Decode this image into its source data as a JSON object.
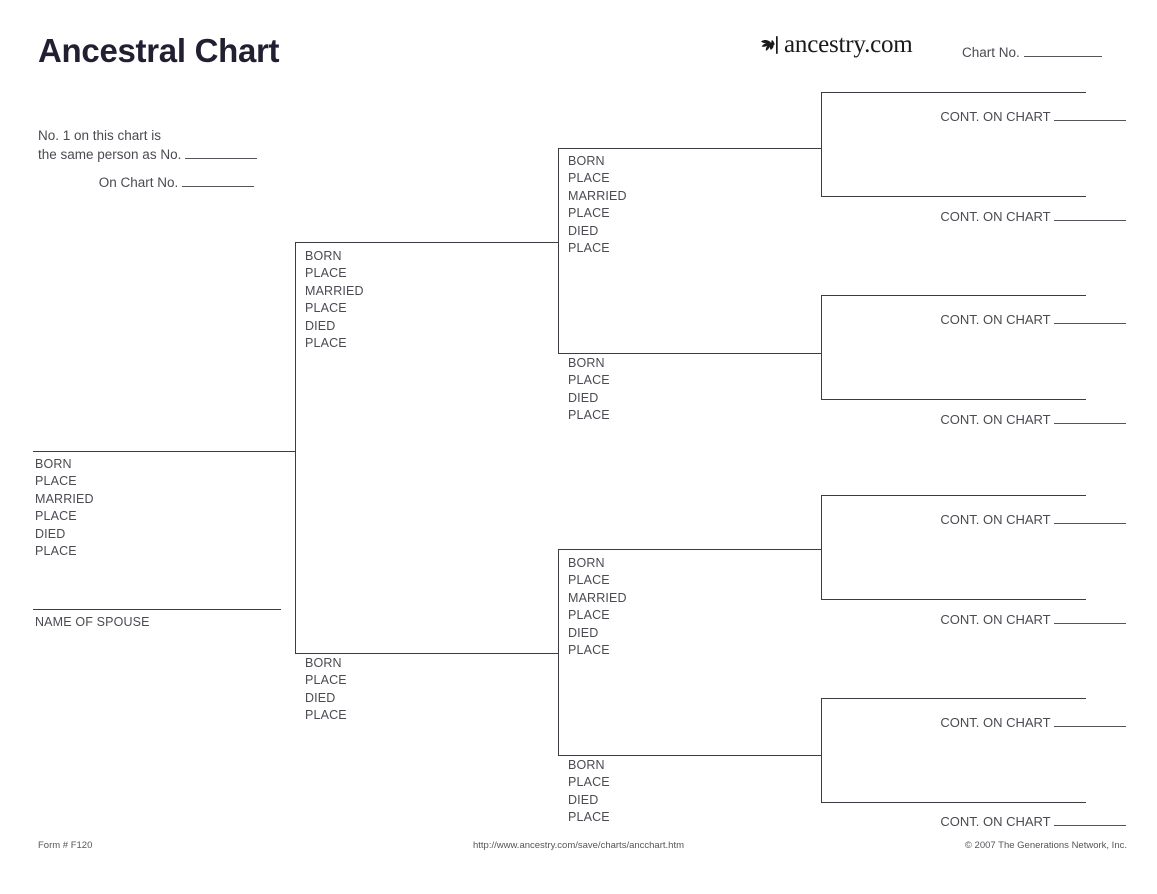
{
  "document": {
    "title": "Ancestral Chart",
    "brand": {
      "name": "ancestry.com",
      "mark_icon": "ancestry-leaf-icon"
    },
    "chart_no_label": "Chart No.",
    "note": {
      "line1": "No. 1 on this chart is",
      "line2": "the same person as No.",
      "line3": "On Chart No."
    },
    "footer": {
      "form_number": "Form # F120",
      "url": "http://www.ancestry.com/save/charts/ancchart.htm",
      "copyright": "© 2007 The Generations Network, Inc."
    }
  },
  "field_labels": {
    "born": "BORN",
    "place": "PLACE",
    "married": "MARRIED",
    "died": "DIED",
    "name_of_spouse": "NAME OF SPOUSE",
    "cont_on_chart": "CONT. ON CHART"
  },
  "persons": {
    "p1": {
      "fields": [
        "BORN",
        "PLACE",
        "MARRIED",
        "PLACE",
        "DIED",
        "PLACE"
      ],
      "spouse_label": "NAME OF SPOUSE"
    },
    "p2": {
      "fields": [
        "BORN",
        "PLACE",
        "MARRIED",
        "PLACE",
        "DIED",
        "PLACE"
      ]
    },
    "p3": {
      "fields": [
        "BORN",
        "PLACE",
        "DIED",
        "PLACE"
      ]
    },
    "p4": {
      "fields": [
        "BORN",
        "PLACE",
        "MARRIED",
        "PLACE",
        "DIED",
        "PLACE"
      ]
    },
    "p5": {
      "fields": [
        "BORN",
        "PLACE",
        "DIED",
        "PLACE"
      ]
    },
    "p6": {
      "fields": [
        "BORN",
        "PLACE",
        "MARRIED",
        "PLACE",
        "DIED",
        "PLACE"
      ]
    },
    "p7": {
      "fields": [
        "BORN",
        "PLACE",
        "DIED",
        "PLACE"
      ]
    }
  },
  "cont_slots": [
    {
      "label": "CONT. ON CHART"
    },
    {
      "label": "CONT. ON CHART"
    },
    {
      "label": "CONT. ON CHART"
    },
    {
      "label": "CONT. ON CHART"
    },
    {
      "label": "CONT. ON CHART"
    },
    {
      "label": "CONT. ON CHART"
    },
    {
      "label": "CONT. ON CHART"
    },
    {
      "label": "CONT. ON CHART"
    }
  ],
  "colors": {
    "ink": "#3c3c42",
    "label_text": "#4a4a52",
    "title": "#231f33",
    "page_background": "#ffffff"
  }
}
